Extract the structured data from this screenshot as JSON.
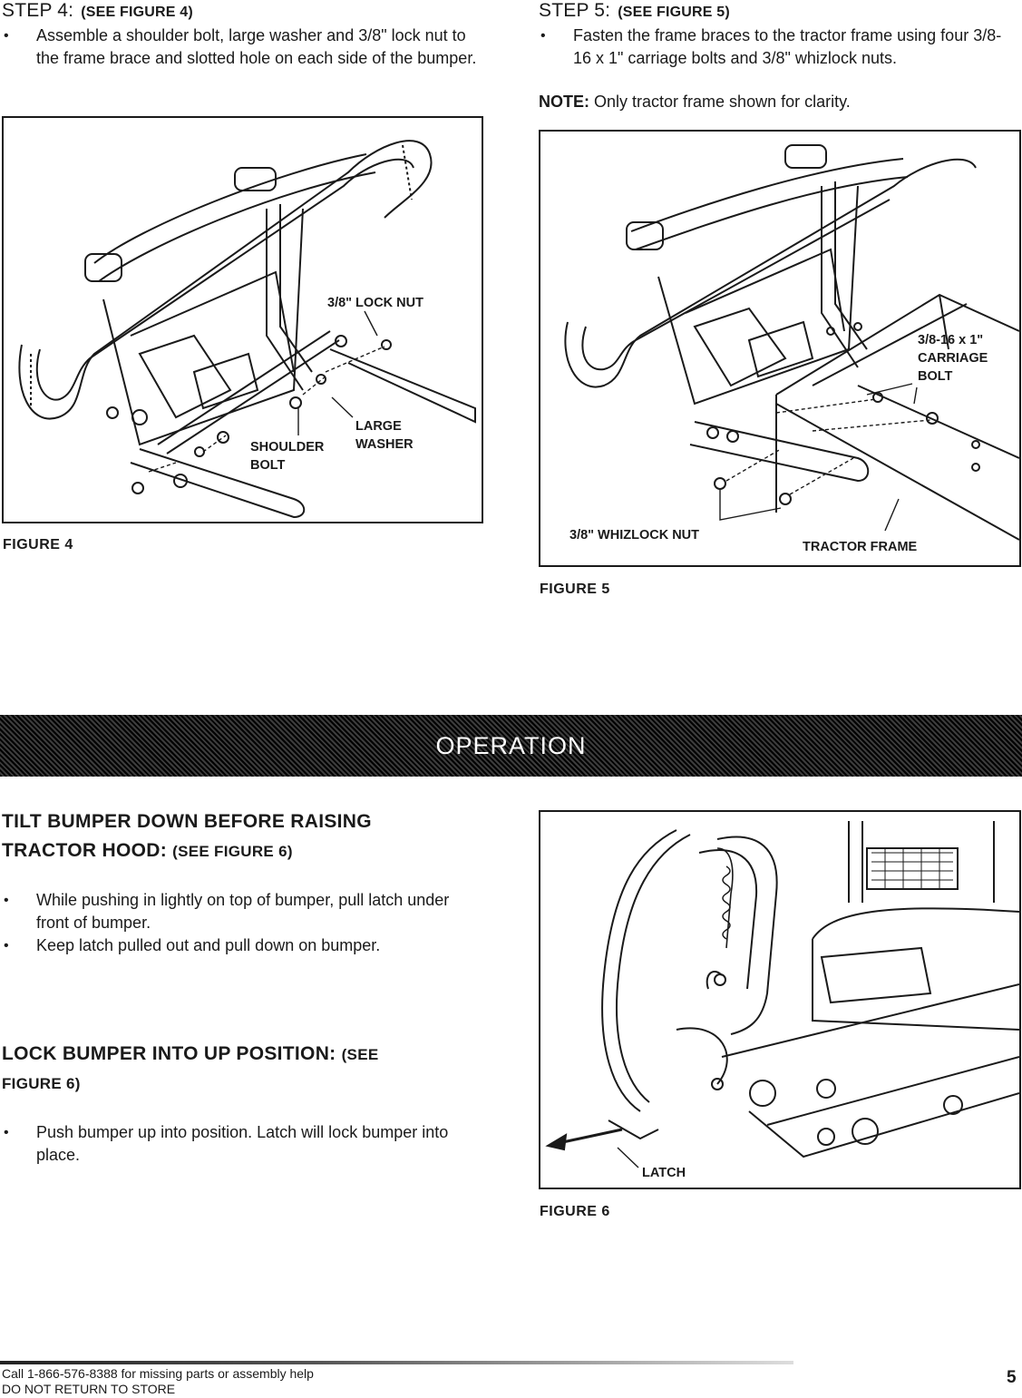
{
  "step4": {
    "label": "STEP 4:",
    "ref": "(SEE FIGURE 4)",
    "bullets": [
      "Assemble a shoulder bolt, large washer and 3/8\" lock nut to the frame brace and slotted hole on each side of the bumper."
    ],
    "figure_caption": "FIGURE 4",
    "callouts": {
      "lock_nut": "3/8\" LOCK NUT",
      "large_washer_1": "LARGE",
      "large_washer_2": "WASHER",
      "shoulder_bolt_1": "SHOULDER",
      "shoulder_bolt_2": "BOLT"
    }
  },
  "step5": {
    "label": "STEP 5:",
    "ref": "(SEE FIGURE 5)",
    "bullets": [
      "Fasten the frame braces to the tractor frame using four 3/8-16 x 1\" carriage bolts and 3/8\" whizlock nuts."
    ],
    "note_label": "NOTE:",
    "note_text": "Only tractor frame shown for clarity.",
    "figure_caption": "FIGURE 5",
    "callouts": {
      "carriage_1": "3/8-16 x 1\"",
      "carriage_2": "CARRIAGE",
      "carriage_3": "BOLT",
      "whizlock": "3/8\" WHIZLOCK NUT",
      "tractor_frame": "TRACTOR FRAME"
    }
  },
  "banner": "OPERATION",
  "tilt": {
    "heading_1": "TILT BUMPER DOWN BEFORE RAISING",
    "heading_2": "TRACTOR HOOD:",
    "ref": "(SEE FIGURE 6)",
    "bullets": [
      "While pushing in lightly on top of bumper, pull latch under front of bumper.",
      "Keep latch pulled out and pull down on bumper."
    ]
  },
  "lock": {
    "heading": "LOCK BUMPER INTO UP POSITION:",
    "ref_1": "(SEE",
    "ref_2": "FIGURE 6)",
    "bullets": [
      "Push bumper up into position. Latch will lock bumper into place."
    ]
  },
  "figure6": {
    "caption": "FIGURE 6",
    "latch_label": "LATCH"
  },
  "bullet_char": "•",
  "footer": {
    "line1": "Call 1-866-576-8388 for missing parts or assembly help",
    "line2": "DO NOT RETURN TO STORE",
    "page_number": "5"
  }
}
